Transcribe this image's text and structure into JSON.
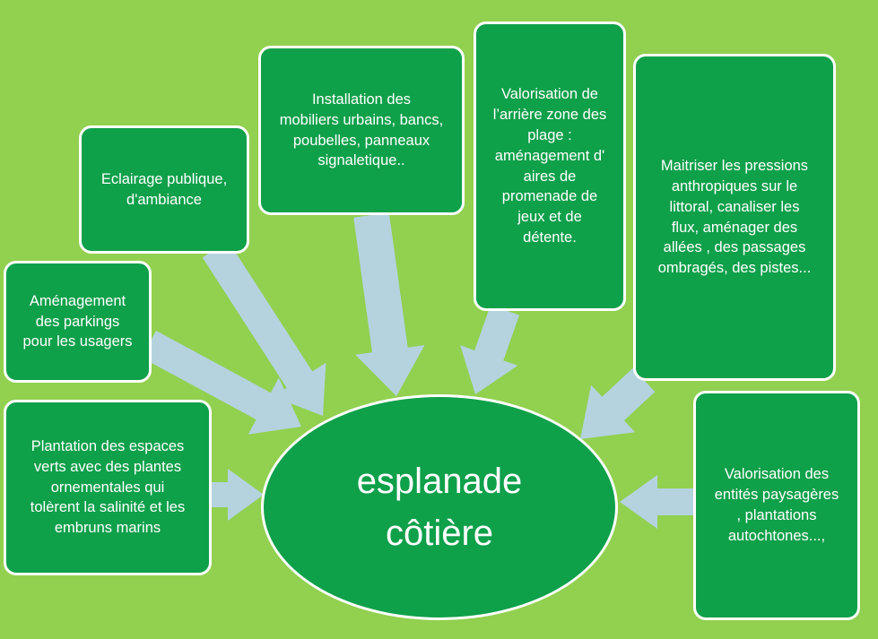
{
  "colors": {
    "background": "#92D050",
    "box_fill": "#0FA04A",
    "box_border": "#FFFFFF",
    "arrow": "#B4D3DF"
  },
  "center": {
    "label": "esplanade\ncôtière"
  },
  "boxes": {
    "plantation": "Plantation des  espaces\nverts avec des plantes\nornementales qui\ntolèrent la salinité et les\nembruns marins",
    "parkings": "Aménagement\ndes   parkings\npour les usagers",
    "eclairage": "Eclairage publique,\nd'ambiance",
    "mobiliers": "Installation des\nmobiliers urbains, bancs,\npoubelles, panneaux\nsignaletique..",
    "arriere_zone": "Valorisation  de\nl’arrière zone des\nplage :\naménagement d'\naires de\npromenade de\njeux  et de\ndétente.",
    "pressions": "Maitriser les pressions\nanthropiques  sur le\nlittoral, canaliser les\nflux, aménager des\nallées , des passages\nombragés, des pistes...",
    "entites": "Valorisation des\nentités  paysagères\n, plantations\nautochtones...,"
  }
}
